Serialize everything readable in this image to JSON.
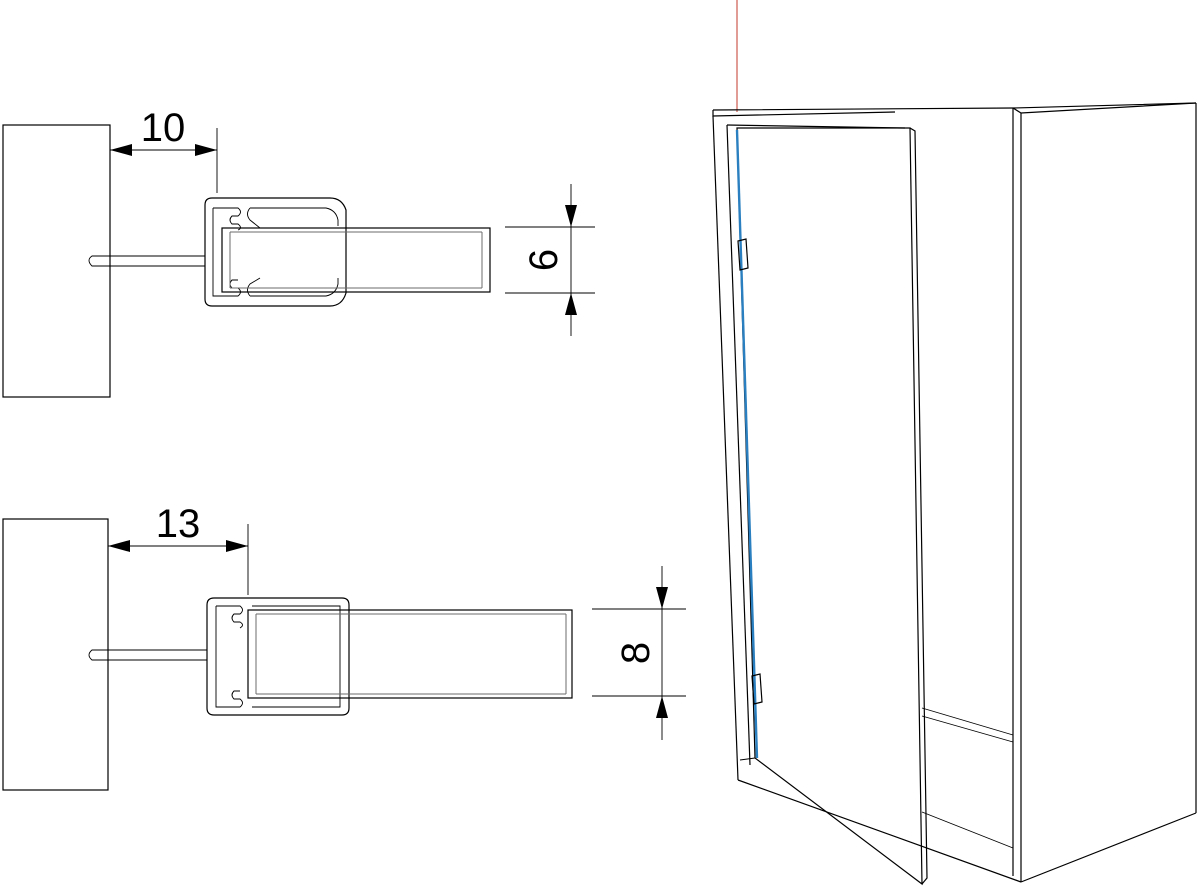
{
  "dimensions": {
    "top_offset": "10",
    "top_thickness": "6",
    "bottom_offset": "13",
    "bottom_thickness": "8"
  },
  "colors": {
    "line": "#000000",
    "seal_line": "#2a7fc0",
    "guide_line": "#c0392b",
    "background": "#ffffff"
  }
}
